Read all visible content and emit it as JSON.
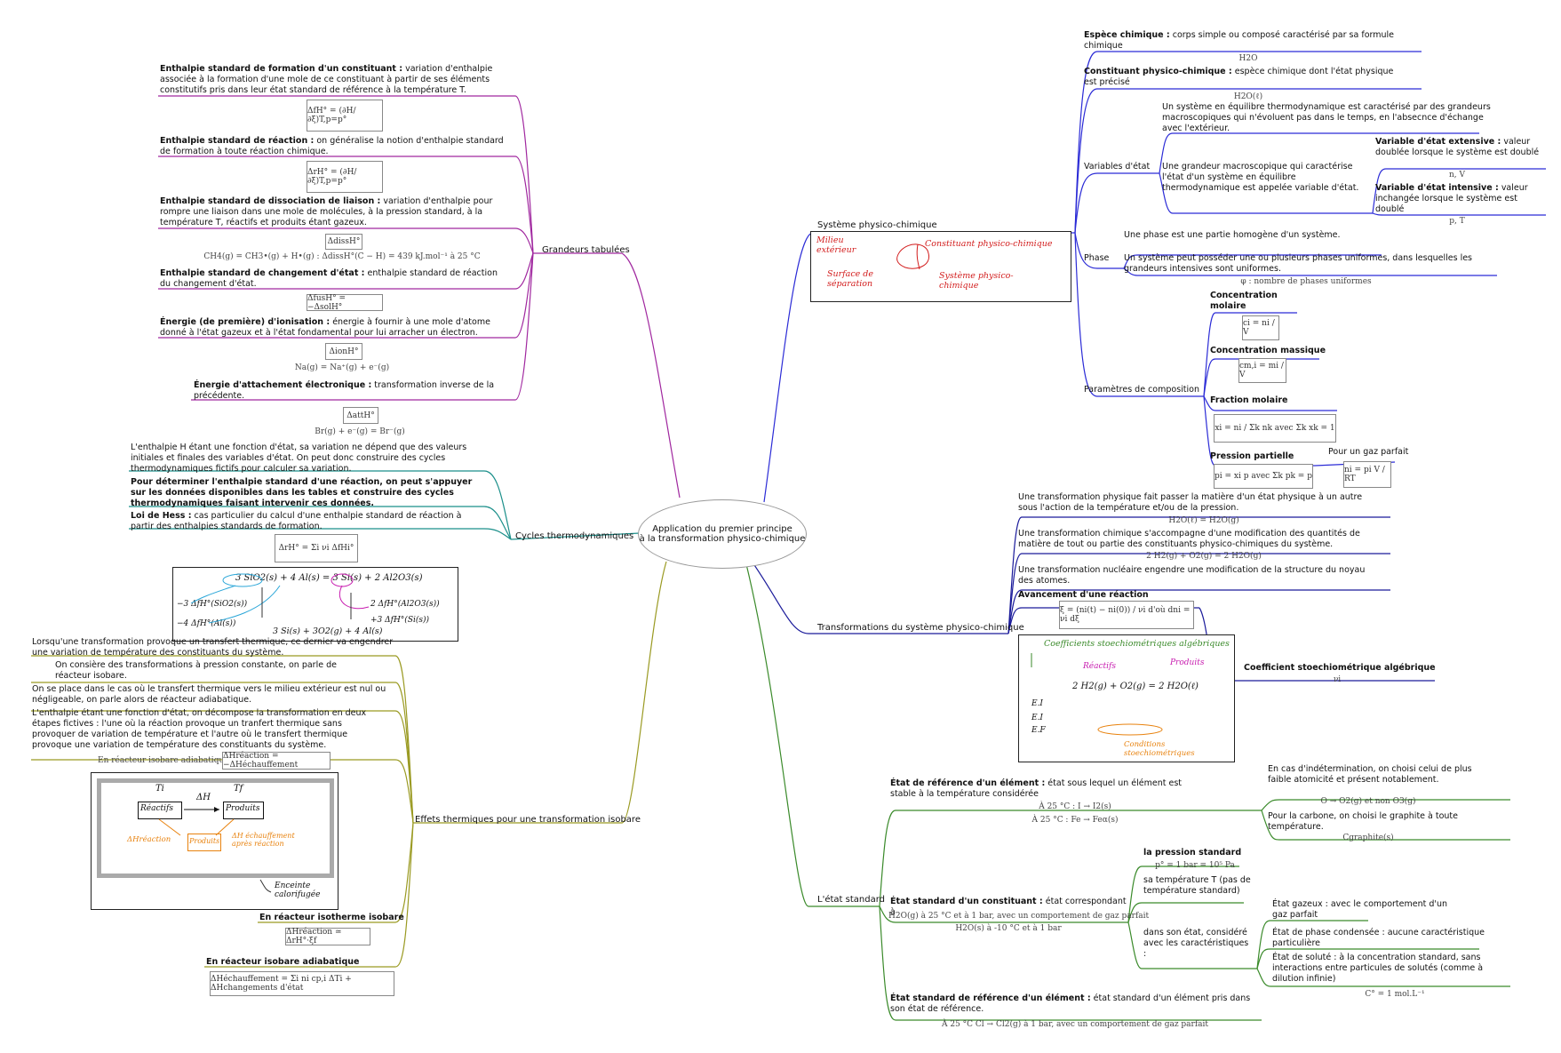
{
  "center": {
    "line1": "Application du premier principe",
    "line2": "à la transformation physico-chimique"
  },
  "branches": {
    "grandeurs": "Grandeurs tabulées",
    "cycles": "Cycles thermodynamiques",
    "effets": "Effets thermiques pour une transformation isobare",
    "systeme": "Système physico-chimique",
    "transformations": "Transformations du système physico-chimique",
    "etat_standard": "L'état standard"
  },
  "grandeurs": {
    "formation_title": "Enthalpie standard de formation d'un constituant :",
    "formation_text": "variation d'enthalpie associée à la formation d'une mole de ce constituant à partir de ses éléments constitutifs pris dans leur état standard de référence à la température T.",
    "formation_formula": "ΔfH° = (∂H/∂ξ)T,p=p°",
    "reaction_title": "Enthalpie standard de réaction :",
    "reaction_text": "on généralise la notion d'enthalpie standard de formation à toute réaction chimique.",
    "reaction_formula": "ΔrH° = (∂H/∂ξ)T,p=p°",
    "dissociation_title": "Enthalpie standard de dissociation de liaison :",
    "dissociation_text": "variation d'enthalpie pour rompre une liaison dans une mole de molécules, à la pression standard, à la température T, réactifs et produits étant gazeux.",
    "dissociation_formula": "ΔdissH°",
    "dissociation_example": "CH4(g) = CH3•(g) + H•(g) : ΔdissH°(C − H) = 439 kJ.mol⁻¹ à 25 °C",
    "changement_title": "Enthalpie standard de changement d'état :",
    "changement_text": "enthalpie standard de réaction du changement d'état.",
    "changement_formula": "ΔfusH° = −ΔsolH°",
    "ionisation_title": "Énergie (de première) d'ionisation :",
    "ionisation_text": "énergie à fournir à une mole d'atome donné à l'état gazeux et à l'état fondamental pour lui arracher un électron.",
    "ionisation_formula": "ΔionH°",
    "ionisation_example": "Na(g) = Na⁺(g) + e⁻(g)",
    "attachement_title": "Énergie d'attachement électronique :",
    "attachement_text": "transformation inverse de la précédente.",
    "attachement_formula": "ΔattH°",
    "attachement_example": "Br(g) + e⁻(g) = Br⁻(g)"
  },
  "cycles": {
    "intro": "L'enthalpie H étant une fonction d'état, sa variation ne dépend que des valeurs initiales et finales des variables d'état. On peut donc construire des cycles thermodynamiques fictifs pour calculer sa variation.",
    "determiner": "Pour déterminer l'enthalpie standard d'une réaction, on peut s'appuyer sur les données disponibles dans les tables et construire des cycles thermodynamiques faisant intervenir ces données.",
    "hess_title": "Loi de Hess :",
    "hess_text": "cas particulier du calcul d'une enthalpie standard de réaction à partir des enthalpies standards de formation.",
    "hess_formula": "ΔrH° = Σi νi ΔfHi°",
    "hand_top": "3 SiO2(s) + 4 Al(s) = 3 Si(s) + 2 Al2O3(s)",
    "hand_l1": "−3 ΔfH°(SiO2(s))",
    "hand_l2": "−4 ΔfH°(Al(s))",
    "hand_r1": "2 ΔfH°(Al2O3(s))",
    "hand_r2": "+3 ΔfH°(Si(s))",
    "hand_bottom": "3 Si(s) + 3O2(g) + 4 Al(s)"
  },
  "effets": {
    "intro": "Lorsqu'une transformation provoque un transfert thermique, ce dernier va engendrer une variation de température des constituants du système.",
    "isobare": "On consière des transformations à pression constante, on parle de réacteur isobare.",
    "adiabatique": "On se place dans le cas où le transfert thermique vers le milieu extérieur est nul ou négligeable, on parle alors de réacteur adiabatique.",
    "decompose": "L'enthalpie étant une fonction d'état, on décompose la transformation en deux étapes fictives : l'une où la réaction provoque un tranfert thermique sans provoquer de variation de température et l'autre où le transfert thermique provoque une variation de température des constituants du système.",
    "adiab_label": "En réacteur isobare adiabatique :",
    "adiab_formula": "ΔHréaction = −ΔHéchauffement",
    "sketch_ti": "Ti",
    "sketch_tf": "Tf",
    "sketch_dh": "ΔH",
    "sketch_reactifs": "Réactifs",
    "sketch_produits": "Produits",
    "sketch_produits2": "Produits",
    "sketch_dhreac": "ΔHréaction",
    "sketch_dhech": "ΔH échauffement après réaction",
    "sketch_enceinte": "Enceinte calorifugée",
    "isotherme_title": "En réacteur isotherme isobare",
    "isotherme_formula": "ΔHréaction ≃ ΔrH°·ξf",
    "isobare_adiab_title": "En réacteur isobare adiabatique",
    "isobare_adiab_formula": "ΔHéchauffement = Σi ni cp,i ΔTi + ΔHchangements d'état"
  },
  "systeme": {
    "espece_title": "Espèce chimique :",
    "espece_text": "corps simple ou composé caractérisé par sa formule chimique",
    "espece_ex": "H2O",
    "constituant_title": "Constituant physico-chimique :",
    "constituant_text": "espèce chimique dont l'état physique est précisé",
    "constituant_ex": "H2O(ℓ)",
    "variables_label": "Variables d'état",
    "equilibre_text": "Un système en équilibre thermodynamique est caractérisé par des grandeurs macroscopiques qui n'évoluent pas dans le temps, en l'absecnce d'échange avec l'extérieur.",
    "grandeur_text": "Une grandeur macroscopique qui caractérise l'état d'un système en équilibre thermodynamique est appelée variable d'état.",
    "extensive_title": "Variable d'état extensive :",
    "extensive_text": "valeur doublée lorsque le système est doublé",
    "extensive_ex": "n, V",
    "intensive_title": "Variable d'état intensive :",
    "intensive_text": "valeur inchangée lorsque le système est doublé",
    "intensive_ex": "p, T",
    "phase_label": "Phase",
    "phase_text1": "Une phase est une partie homogène d'un système.",
    "phase_text2": "Un système peut posséder une ou plusieurs phases uniformes, dans lesquelles les grandeurs intensives sont uniformes.",
    "phase_ex": "φ : nombre de phases uniformes",
    "composition_label": "Paramètres de composition",
    "conc_molaire": "Concentration molaire",
    "conc_molaire_f": "ci = ni / V",
    "conc_massique": "Concentration massique",
    "conc_massique_f": "cm,i = mi / V",
    "fraction": "Fraction molaire",
    "fraction_f": "xi = ni / Σk nk  avec Σk xk = 1",
    "pression": "Pression partielle",
    "pression_f": "pi = xi p  avec Σk pk = p",
    "gaz_parfait": "Pour un gaz parfait",
    "gaz_parfait_f": "ni = pi V / RT",
    "hand_milieu": "Milieu extérieur",
    "hand_surface": "Surface de séparation",
    "hand_constituant": "Constituant physico-chimique",
    "hand_systeme": "Système physico-chimique"
  },
  "transformations": {
    "physique": "Une transformation physique fait passer la matière d'un état physique à un autre sous l'action de la température et/ou de la pression.",
    "physique_ex": "H2O(ℓ) = H2O(g)",
    "chimique": "Une transformation chimique s'accompagne d'une modification des quantités de matière de tout ou partie des constituants physico-chimiques du système.",
    "chimique_ex": "2 H2(g) + O2(g) = 2 H2O(g)",
    "nucleaire": "Une transformation nucléaire engendre une modification de la structure du noyau des atomes.",
    "avancement_title": "Avancement d'une réaction",
    "avancement_f": "ξ = (ni(t) − ni(0)) / νi   d'où dni = νi dξ",
    "coef_title": "Coefficient stoechiométrique algébrique",
    "coef_sym": "νi",
    "hand_title": "Coefficients stoechiométriques algébriques",
    "hand_reactifs": "Réactifs",
    "hand_produits": "Produits",
    "hand_eq": "2 H2(g) + O2(g) = 2 H2O(ℓ)",
    "hand_rows": [
      "E.I",
      "E.I",
      "E.F"
    ],
    "hand_cond": "Conditions stoechiométriques"
  },
  "etat": {
    "ref_elem_title": "État de référence d'un élément :",
    "ref_elem_text": "état sous lequel un élément est stable à la température considérée",
    "ref_elem_ex1": "À 25 °C : I → I2(s)",
    "ref_elem_ex2": "À 25 °C : Fe → Feα(s)",
    "indetermination": "En cas d'indétermination, on choisi celui de plus faible atomicité et présent notablement.",
    "indetermination_ex": "O → O2(g) et non O3(g)",
    "carbone": "Pour la carbone, on choisi le graphite à toute température.",
    "carbone_ex": "Cgraphite(s)",
    "std_const_title": "État standard d'un constituant :",
    "std_const_text": "état correspondant à",
    "std_const_ex1": "H2O(g) à 25 °C et à 1 bar, avec un comportement de gaz parfait",
    "std_const_ex2": "H2O(s) à -10 °C et à 1 bar",
    "pression_std": "la pression standard",
    "pression_std_f": "p° = 1 bar = 10⁵ Pa",
    "temperature": "sa température T (pas de température standard)",
    "dans_etat": "dans son état, considéré avec les caractéristiques :",
    "gazeux": "État gazeux : avec le comportement d'un gaz parfait",
    "condensee": "État de phase condensée : aucune caractéristique particulière",
    "solute": "État de soluté : à la concentration standard, sans interactions entre particules de solutés (comme à dilution infinie)",
    "solute_ex": "C° = 1 mol.L⁻¹",
    "std_ref_title": "État standard de référence d'un élément :",
    "std_ref_text": "état standard d'un élément pris dans son état de référence.",
    "std_ref_ex": "À 25 °C Cl → Cl2(g) à 1 bar, avec un comportement de gaz parfait"
  },
  "colors": {
    "purple": "#a0279f",
    "teal": "#1b8f8a",
    "olive": "#9a9a22",
    "blue": "#2b2bd6",
    "navy": "#1a1a9a",
    "green": "#3a8a2a",
    "red": "#d21c1c",
    "magenta": "#c81eb0",
    "cyan": "#2aa6d8",
    "orange": "#e8820e"
  }
}
